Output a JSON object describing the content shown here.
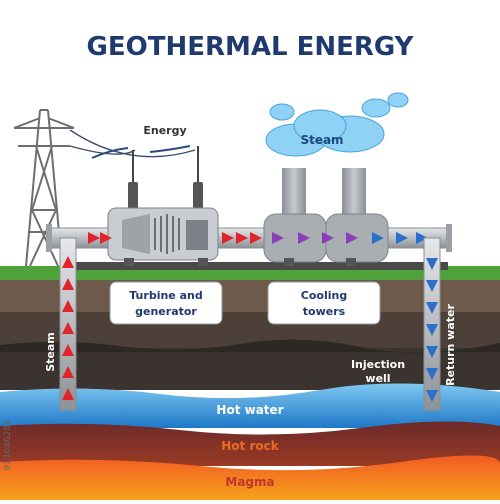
{
  "diagram": {
    "title": "GEOTHERMAL ENERGY",
    "labels": {
      "energy": "Energy",
      "steam_cloud": "Steam",
      "turbine_line1": "Turbine and",
      "turbine_line2": "generator",
      "cooling_line1": "Cooling",
      "cooling_line2": "towers",
      "steam_side": "Steam",
      "injection_line1": "Injection",
      "injection_line2": "well",
      "return_water": "Return water",
      "hot_water": "Hot water",
      "hot_rock": "Hot rock",
      "magma": "Magma"
    },
    "stock_id": "913646288",
    "colors": {
      "title": "#1f3a6e",
      "steam_arrow": "#e0242b",
      "flow_arrow": "#8a3db8",
      "return_arrow": "#2a6fc9",
      "grass": "#4fa33a",
      "hot_water_text": "#ffffff",
      "hot_rock_text": "#f06a1e",
      "magma_text": "#c0352b"
    }
  }
}
